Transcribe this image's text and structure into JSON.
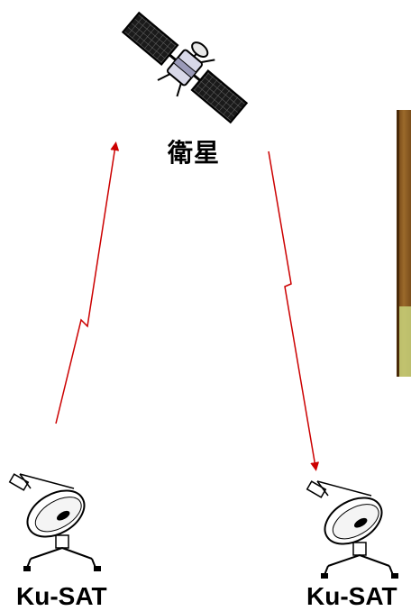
{
  "satellite": {
    "label": "衛星",
    "icon": "satellite-icon"
  },
  "stations": {
    "left": {
      "label": "Ku-SAT",
      "icon": "satellite-dish-icon"
    },
    "right": {
      "label": "Ku-SAT",
      "icon": "satellite-dish-icon"
    }
  },
  "links": {
    "uplink": {
      "direction": "left-station-to-satellite",
      "color": "#cc0000",
      "style": "lightning-arrow"
    },
    "downlink": {
      "direction": "satellite-to-right-station",
      "color": "#cc0000",
      "style": "lightning-arrow"
    }
  },
  "background_photo": {
    "icon": "cropped-photo-edge",
    "colors": [
      "#8a5a22",
      "#c8d27a"
    ]
  }
}
